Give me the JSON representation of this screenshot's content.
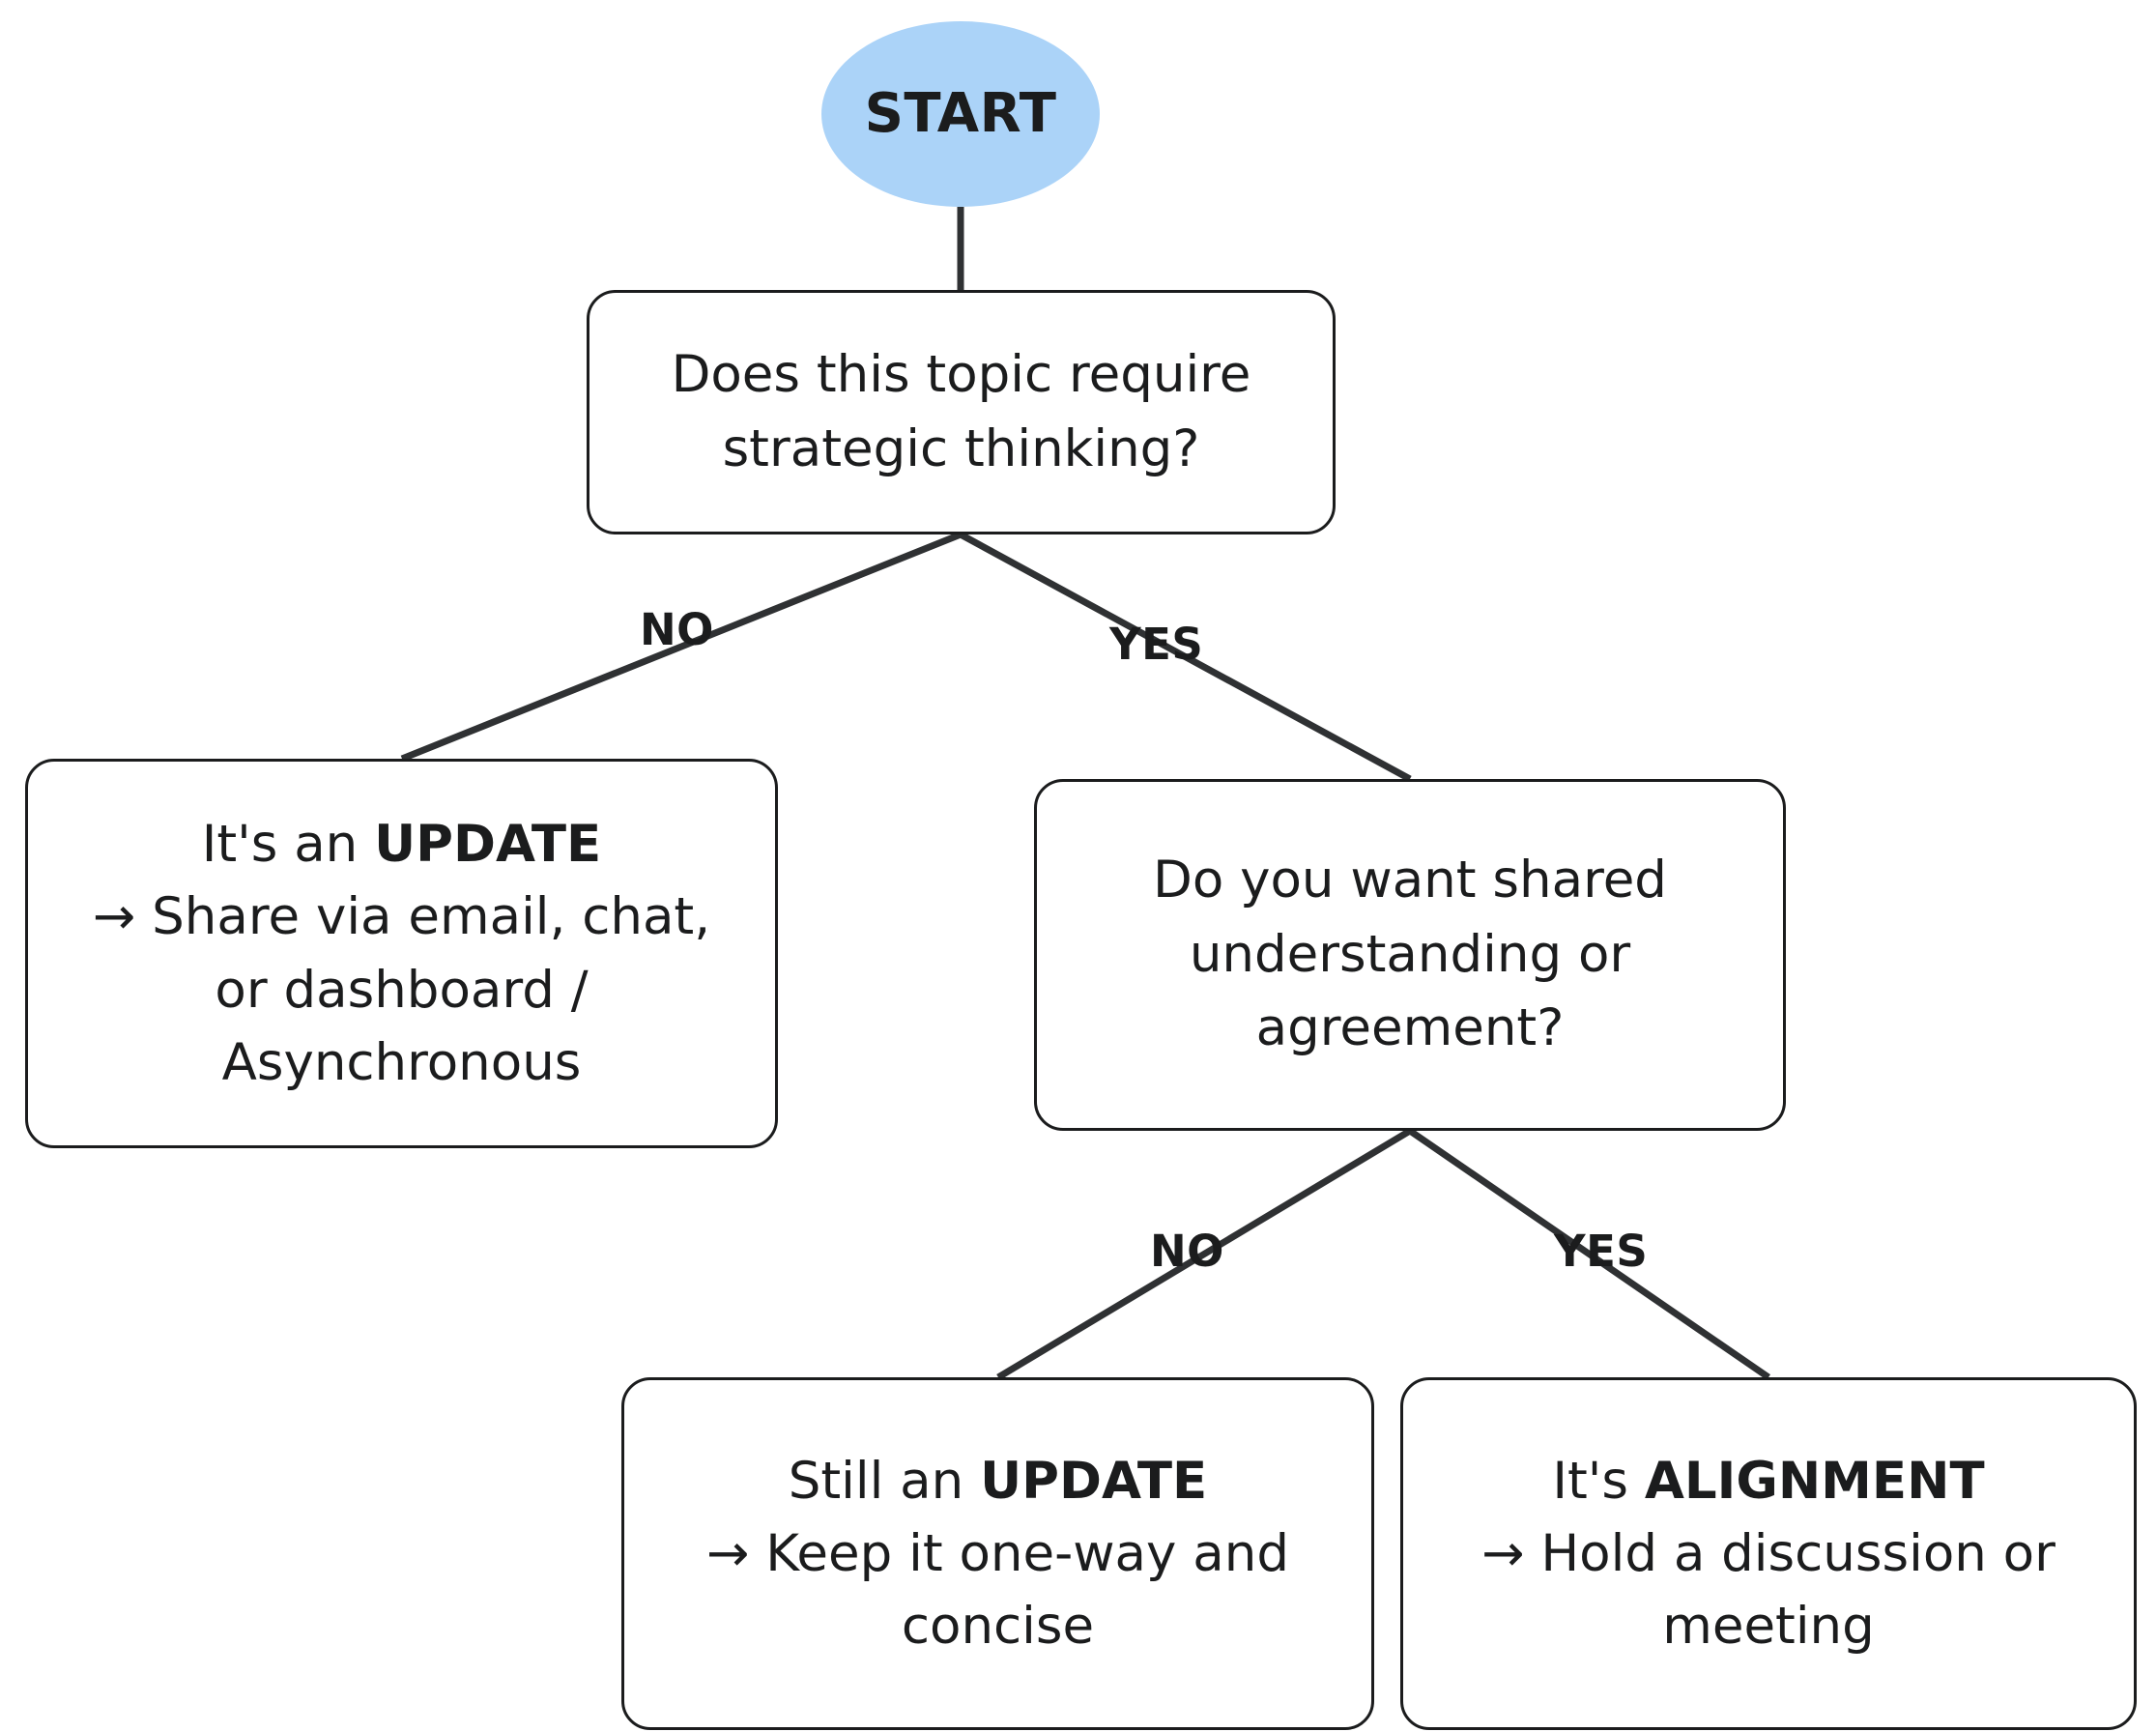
{
  "diagram": {
    "title": "Update vs Alignment decision flowchart",
    "colors": {
      "start_fill": "#ABD3F8",
      "node_stroke": "#1b1c1d",
      "node_fill": "#ffffff",
      "text": "#1b1c1d",
      "edge_stroke": "#2f3133"
    },
    "nodes": {
      "start": {
        "label": "START",
        "shape": "ellipse"
      },
      "decision1": {
        "line1": "Does this topic require",
        "line2": "strategic thinking?",
        "shape": "rounded-rect"
      },
      "outcome_update_left": {
        "line1_prefix": "It's an ",
        "line1_bold": "UPDATE",
        "line2": "→ Share via email, chat,",
        "line3": "or dashboard /",
        "line4": "Asynchronous",
        "shape": "rounded-rect"
      },
      "decision2": {
        "line1": "Do you want shared",
        "line2": "understanding or",
        "line3": "agreement?",
        "shape": "rounded-rect"
      },
      "outcome_update_bottom": {
        "line1_prefix": "Still an ",
        "line1_bold": "UPDATE",
        "line2": "→ Keep it one-way and",
        "line3": "concise",
        "shape": "rounded-rect"
      },
      "outcome_alignment": {
        "line1_prefix": "It's ",
        "line1_bold": "ALIGNMENT",
        "line2": "→ Hold a discussion or",
        "line3": "meeting",
        "shape": "rounded-rect"
      }
    },
    "edge_labels": {
      "d1_no": "NO",
      "d1_yes": "YES",
      "d2_no": "NO",
      "d2_yes": "YES"
    }
  }
}
